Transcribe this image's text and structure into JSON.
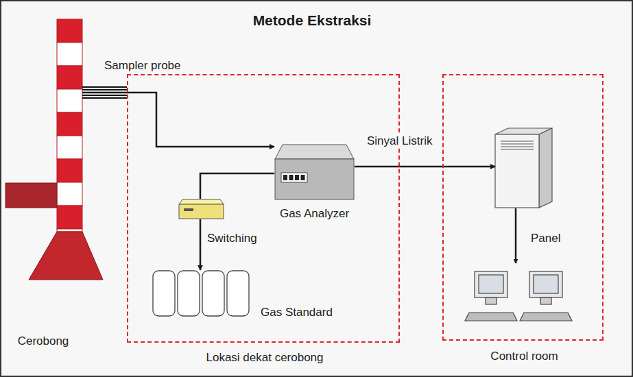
{
  "diagram": {
    "title": "Metode Ekstraksi",
    "nodes": [
      {
        "text": [
          "Cerobong"
        ]
      },
      {
        "text": [
          "Lokasi dekat cerobong"
        ]
      },
      {
        "text": [
          "Gas Analyzer"
        ],
        "in": 1
      },
      {
        "text": [
          "Switching"
        ],
        "in": 1
      },
      {
        "text": [
          "Gas Standard"
        ],
        "in": 1
      },
      {
        "text": [
          "Control room"
        ]
      }
    ],
    "edges": [
      {
        "from": 0,
        "to": 2,
        "arrow": "to",
        "label": "Sampler probe"
      },
      {
        "from": 2,
        "to": 3,
        "arrow": "none"
      },
      {
        "from": 3,
        "to": 4,
        "arrow": "to"
      },
      {
        "from": 2,
        "to": 5,
        "arrow": "to",
        "label": "Sinyal Listrik"
      }
    ],
    "labels": [
      "Panel"
    ]
  }
}
